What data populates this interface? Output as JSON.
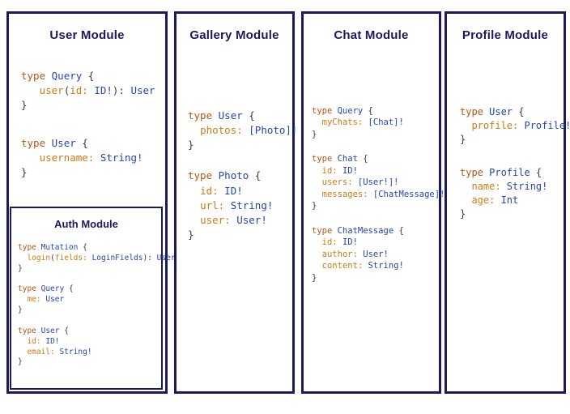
{
  "colors": {
    "border": "#1c1a5e",
    "title": "#1c1a5e",
    "keyword": "#b25715",
    "type_name": "#2746af",
    "field": "#ce7b13",
    "value": "#2746af",
    "punct": "#3b3b3b"
  },
  "modules": [
    {
      "id": "user-module",
      "title": "User Module",
      "code_blocks": [
        {
          "lines": [
            [
              [
                "k",
                "type "
              ],
              [
                "t",
                "Query "
              ],
              [
                "p",
                "{"
              ]
            ],
            [
              [
                "p",
                "   "
              ],
              [
                "f",
                "user"
              ],
              [
                "p",
                "("
              ],
              [
                "f",
                "id:"
              ],
              [
                "v",
                " ID!"
              ],
              [
                "p",
                "): "
              ],
              [
                "v",
                "User"
              ]
            ],
            [
              [
                "p",
                "}"
              ]
            ]
          ]
        },
        {
          "lines": [
            [
              [
                "k",
                "type "
              ],
              [
                "t",
                "User "
              ],
              [
                "p",
                "{"
              ]
            ],
            [
              [
                "p",
                "   "
              ],
              [
                "f",
                "username:"
              ],
              [
                "v",
                " String!"
              ]
            ],
            [
              [
                "p",
                "}"
              ]
            ]
          ]
        }
      ],
      "nested": {
        "id": "auth-module",
        "title": "Auth Module",
        "code_blocks": [
          {
            "lines": [
              [
                [
                  "k",
                  "type "
                ],
                [
                  "t",
                  "Mutation "
                ],
                [
                  "p",
                  "{"
                ]
              ],
              [
                [
                  "p",
                  "  "
                ],
                [
                  "f",
                  "login"
                ],
                [
                  "p",
                  "("
                ],
                [
                  "f",
                  "fields:"
                ],
                [
                  "v",
                  " LoginFields"
                ],
                [
                  "p",
                  "): "
                ],
                [
                  "v",
                  "User"
                ]
              ],
              [
                [
                  "p",
                  "}"
                ]
              ]
            ]
          },
          {
            "lines": [
              [
                [
                  "k",
                  "type "
                ],
                [
                  "t",
                  "Query "
                ],
                [
                  "p",
                  "{"
                ]
              ],
              [
                [
                  "p",
                  "  "
                ],
                [
                  "f",
                  "me:"
                ],
                [
                  "v",
                  " User"
                ]
              ],
              [
                [
                  "p",
                  "}"
                ]
              ]
            ]
          },
          {
            "lines": [
              [
                [
                  "k",
                  "type "
                ],
                [
                  "t",
                  "User "
                ],
                [
                  "p",
                  "{"
                ]
              ],
              [
                [
                  "p",
                  "  "
                ],
                [
                  "f",
                  "id:"
                ],
                [
                  "v",
                  " ID!"
                ]
              ],
              [
                [
                  "p",
                  "  "
                ],
                [
                  "f",
                  "email:"
                ],
                [
                  "v",
                  " String!"
                ]
              ],
              [
                [
                  "p",
                  "}"
                ]
              ]
            ]
          }
        ]
      }
    },
    {
      "id": "gallery-module",
      "title": "Gallery Module",
      "code_blocks": [
        {
          "lines": [
            [
              [
                "k",
                "type "
              ],
              [
                "t",
                "User "
              ],
              [
                "p",
                "{"
              ]
            ],
            [
              [
                "p",
                "  "
              ],
              [
                "f",
                "photos:"
              ],
              [
                "v",
                " [Photo]!"
              ]
            ],
            [
              [
                "p",
                "}"
              ]
            ]
          ]
        },
        {
          "lines": [
            [
              [
                "k",
                "type "
              ],
              [
                "t",
                "Photo "
              ],
              [
                "p",
                "{"
              ]
            ],
            [
              [
                "p",
                "  "
              ],
              [
                "f",
                "id:"
              ],
              [
                "v",
                " ID!"
              ]
            ],
            [
              [
                "p",
                "  "
              ],
              [
                "f",
                "url:"
              ],
              [
                "v",
                " String!"
              ]
            ],
            [
              [
                "p",
                "  "
              ],
              [
                "f",
                "user:"
              ],
              [
                "v",
                " User!"
              ]
            ],
            [
              [
                "p",
                "}"
              ]
            ]
          ]
        }
      ]
    },
    {
      "id": "chat-module",
      "title": "Chat Module",
      "code_blocks": [
        {
          "lines": [
            [
              [
                "k",
                "type "
              ],
              [
                "t",
                "Query "
              ],
              [
                "p",
                "{"
              ]
            ],
            [
              [
                "p",
                "  "
              ],
              [
                "f",
                "myChats:"
              ],
              [
                "v",
                " [Chat]!"
              ]
            ],
            [
              [
                "p",
                "}"
              ]
            ]
          ]
        },
        {
          "lines": [
            [
              [
                "k",
                "type "
              ],
              [
                "t",
                "Chat "
              ],
              [
                "p",
                "{"
              ]
            ],
            [
              [
                "p",
                "  "
              ],
              [
                "f",
                "id:"
              ],
              [
                "v",
                " ID!"
              ]
            ],
            [
              [
                "p",
                "  "
              ],
              [
                "f",
                "users:"
              ],
              [
                "v",
                " [User!]!"
              ]
            ],
            [
              [
                "p",
                "  "
              ],
              [
                "f",
                "messages:"
              ],
              [
                "v",
                " [ChatMessage]!"
              ]
            ],
            [
              [
                "p",
                "}"
              ]
            ]
          ]
        },
        {
          "lines": [
            [
              [
                "k",
                "type "
              ],
              [
                "t",
                "ChatMessage "
              ],
              [
                "p",
                "{"
              ]
            ],
            [
              [
                "p",
                "  "
              ],
              [
                "f",
                "id:"
              ],
              [
                "v",
                " ID!"
              ]
            ],
            [
              [
                "p",
                "  "
              ],
              [
                "f",
                "author:"
              ],
              [
                "v",
                " User!"
              ]
            ],
            [
              [
                "p",
                "  "
              ],
              [
                "f",
                "content:"
              ],
              [
                "v",
                " String!"
              ]
            ],
            [
              [
                "p",
                "}"
              ]
            ]
          ]
        }
      ]
    },
    {
      "id": "profile-module",
      "title": "Profile Module",
      "code_blocks": [
        {
          "lines": [
            [
              [
                "k",
                "type "
              ],
              [
                "t",
                "User "
              ],
              [
                "p",
                "{"
              ]
            ],
            [
              [
                "p",
                "  "
              ],
              [
                "f",
                "profile:"
              ],
              [
                "v",
                " Profile!"
              ]
            ],
            [
              [
                "p",
                "}"
              ]
            ]
          ]
        },
        {
          "lines": [
            [
              [
                "k",
                "type "
              ],
              [
                "t",
                "Profile "
              ],
              [
                "p",
                "{"
              ]
            ],
            [
              [
                "p",
                "  "
              ],
              [
                "f",
                "name:"
              ],
              [
                "v",
                " String!"
              ]
            ],
            [
              [
                "p",
                "  "
              ],
              [
                "f",
                "age:"
              ],
              [
                "v",
                " Int"
              ]
            ],
            [
              [
                "p",
                "}"
              ]
            ]
          ]
        }
      ]
    }
  ]
}
